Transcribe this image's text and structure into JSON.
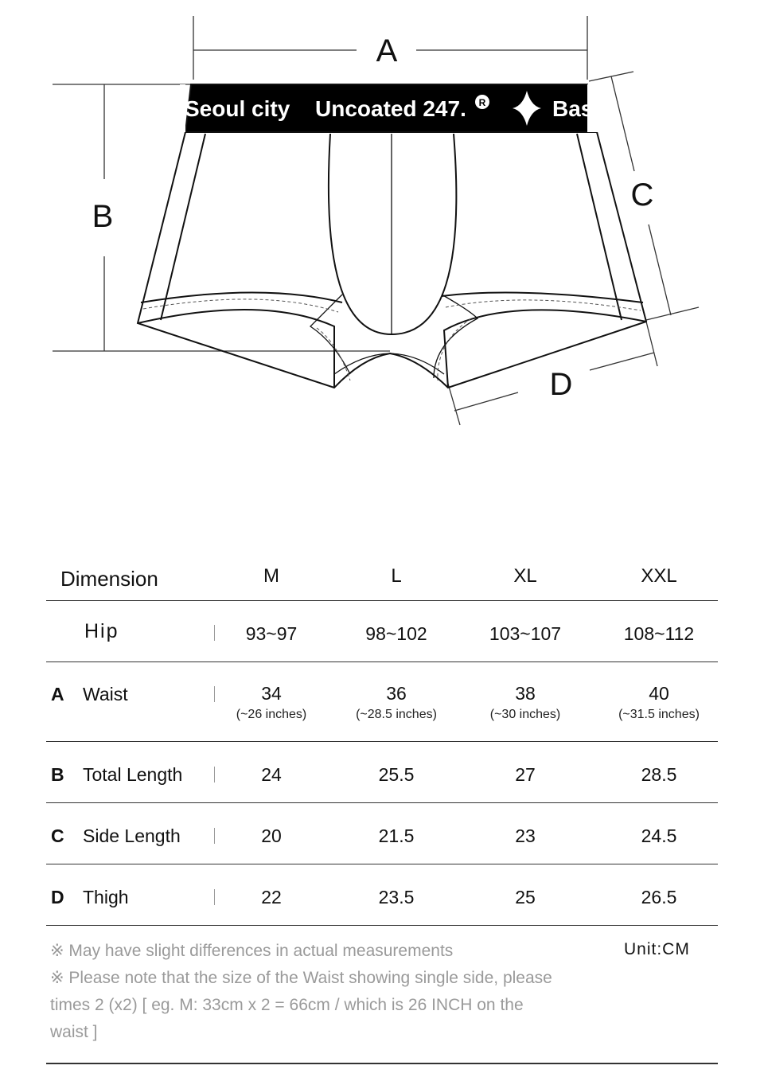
{
  "diagram": {
    "dim_a": "A",
    "dim_b": "B",
    "dim_c": "C",
    "dim_d": "D",
    "band_text_1": "Seoul city",
    "band_text_2": "Uncoated 247.",
    "band_mark": "R",
    "band_text_3": "Bas"
  },
  "table": {
    "header": {
      "dimension": "Dimension",
      "m": "M",
      "l": "L",
      "xl": "XL",
      "xxl": "XXL"
    },
    "rows": [
      {
        "letter": "",
        "label": "Hip",
        "m": "93~97",
        "l": "98~102",
        "xl": "103~107",
        "xxl": "108~112"
      },
      {
        "letter": "A",
        "label": "Waist",
        "m": "34",
        "l": "36",
        "xl": "38",
        "xxl": "40",
        "m_sub": "(~26 inches)",
        "l_sub": "(~28.5 inches)",
        "xl_sub": "(~30 inches)",
        "xxl_sub": "(~31.5 inches)"
      },
      {
        "letter": "B",
        "label": "Total Length",
        "m": "24",
        "l": "25.5",
        "xl": "27",
        "xxl": "28.5"
      },
      {
        "letter": "C",
        "label": "Side Length",
        "m": "20",
        "l": "21.5",
        "xl": "23",
        "xxl": "24.5"
      },
      {
        "letter": "D",
        "label": "Thigh",
        "m": "22",
        "l": "23.5",
        "xl": "25",
        "xxl": "26.5"
      }
    ]
  },
  "notes": {
    "line1": "※ May have slight differences in actual measurements",
    "line2": "※ Please note that the size of the Waist showing single side, please times 2 (x2)  [ eg. M: 33cm x 2 = 66cm  / which is 26 INCH on the waist ]",
    "unit": "Unit:CM"
  }
}
